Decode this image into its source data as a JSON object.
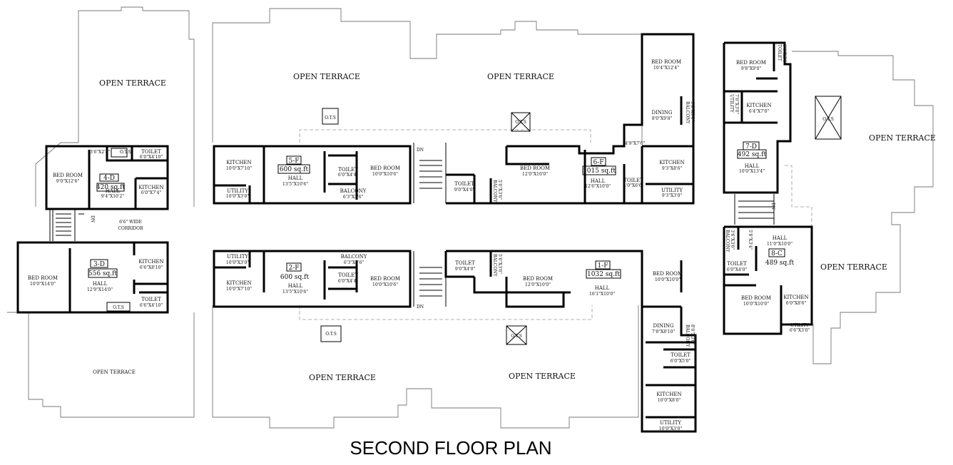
{
  "title": "SECOND FLOOR PLAN",
  "open_terrace": {
    "t1": "OPEN TERRACE",
    "t2": "OPEN TERRACE",
    "t3": "OPEN TERRACE",
    "t4": "OPEN TERRACE",
    "t5": "OPEN TERRACE",
    "t6": "OPEN TERRACE",
    "t7": "OPEN TERRACE",
    "t8": "OPEN TERRACE"
  },
  "ots": "O.T.S",
  "dn": "DN",
  "corridor": {
    "line1": "6'6\" WIDE",
    "line2": "CORRIDOR"
  },
  "units": {
    "d4": {
      "id": "4-D",
      "area": "420 sq.ft",
      "bedroom": "BED ROOM",
      "bedroom_dim": "9'0\"X12'6\"",
      "hall": "HALL",
      "hall_dim": "9'4\"X10'2\"",
      "toilet": "TOILET",
      "toilet_dim": "6'0\"X4'10\"",
      "kitchen": "KITCHEN",
      "kitchen_dim": "6'0\"X7'4\"",
      "ots_dim": "3'6\"X2'4\""
    },
    "d3": {
      "id": "3-D",
      "area": "556 sq.ft",
      "bedroom": "BED ROOM",
      "bedroom_dim": "10'0\"X14'0\"",
      "hall": "HALL",
      "hall_dim": "12'9\"X14'0\"",
      "kitchen": "KITCHEN",
      "kitchen_dim": "6'6\"X8'10\"",
      "toilet": "TOILET",
      "toilet_dim": "6'6\"X4'10\""
    },
    "f5": {
      "id": "5-F",
      "area": "600 sq.ft",
      "kitchen": "KITCHEN",
      "kitchen_dim": "10'0\"X7'10\"",
      "utility": "UTILITY",
      "utility_dim": "10'0\"X3'0\"",
      "hall": "HALL",
      "hall_dim": "13'5\"X10'6\"",
      "toilet": "TOILET",
      "toilet_dim": "6'0\"X4'4\"",
      "balcony": "BALCONY",
      "balcony_dim": "6'3\"X3'6\"",
      "bedroom": "BED ROOM",
      "bedroom_dim": "10'0\"X10'6\""
    },
    "f6": {
      "id": "6-F",
      "area": "1015 sq.ft",
      "toilet1": "TOILET",
      "toilet1_dim": "9'0\"X4'0\"",
      "balcony1": "BALCONY",
      "balcony1_dim": "5'0\"X3'0\"",
      "bedroom1": "BED ROOM",
      "bedroom1_dim": "12'0\"X10'0\"",
      "hall": "HALL",
      "hall_dim": "12'6\"X10'0\"",
      "toilet2": "TOILET",
      "toilet2_dim": "4'0\"X6'6\"",
      "kitchen": "KITCHEN",
      "kitchen_dim": "9'3\"X8'6\"",
      "utility": "UTILITY",
      "utility_dim": "9'3\"X3'0\"",
      "bedroom2": "BED ROOM",
      "bedroom2_dim": "10'4\"X12'4\"",
      "dining": "DINING",
      "dining_dim": "8'0\"X9'8\"",
      "balcony2": "BALCONY",
      "balcony2_dim": "9'8\"X3'0\"",
      "passage_dim": "4'9\"X7'6\""
    },
    "f2": {
      "id": "2-F",
      "area": "600 sq.ft",
      "utility": "UTILITY",
      "utility_dim": "10'0\"X3'0\"",
      "kitchen": "KITCHEN",
      "kitchen_dim": "10'0\"X7'10\"",
      "hall": "HALL",
      "hall_dim": "13'5\"X10'6\"",
      "balcony": "BALCONY",
      "balcony_dim": "6'3\"X3'6\"",
      "toilet": "TOILET",
      "toilet_dim": "6'0\"X4'4\"",
      "bedroom": "BED ROOM",
      "bedroom_dim": "10'0\"X10'6\""
    },
    "f1": {
      "id": "1-F",
      "area": "1032 sq.ft",
      "toilet1": "TOILET",
      "toilet1_dim": "9'0\"X4'0\"",
      "balcony1": "BALCONY",
      "balcony1_dim": "5'0\"X3'0\"",
      "bedroom1": "BED ROOM",
      "bedroom1_dim": "12'0\"X10'0\"",
      "hall": "HALL",
      "hall_dim": "16'1\"X10'0\"",
      "bedroom2": "BED ROOM",
      "bedroom2_dim": "10'0\"X10'0\"",
      "dining": "DINING",
      "dining_dim": "7'8\"X8'10\"",
      "balcony2": "BALCONY",
      "balcony2_dim": "8'0\"X3'0\"",
      "toilet2": "TOILET",
      "toilet2_dim": "6'0\"X5'0\"",
      "kitchen": "KITCHEN",
      "kitchen_dim": "10'0\"X8'0\"",
      "utility": "UTILITY",
      "utility_dim": "10'0\"X3'0\""
    },
    "d7": {
      "id": "7-D",
      "area": "492 sq.ft",
      "bedroom": "BED ROOM",
      "bedroom_dim": "9'8\"X9'0\"",
      "toilet": "TOILET",
      "toilet_dim": "6'0\"X3'0\"",
      "utility": "UTILITY",
      "utility_dim": "7'0\"X3'0\"",
      "kitchen": "KITCHEN",
      "kitchen_dim": "6'4\"X7'0\"",
      "hall": "HALL",
      "hall_dim": "10'0\"X13'4\""
    },
    "c8": {
      "id": "8-C",
      "area": "489 sq.ft",
      "balcony": "BALCONY",
      "balcony_dim": "3'6\"X3'0\"",
      "passage_dim": "5'8\"X3'4\"",
      "hall": "HALL",
      "hall_dim": "11'0\"X10'0\"",
      "toilet": "TOILET",
      "toilet_dim": "6'0\"X4'0\"",
      "bedroom": "BED ROOM",
      "bedroom_dim": "10'0\"X10'0\"",
      "kitchen": "KITCHEN",
      "kitchen_dim": "6'0\"X8'6\"",
      "utility": "UTILITY",
      "utility_dim": "6'6\"X3'0\""
    }
  }
}
